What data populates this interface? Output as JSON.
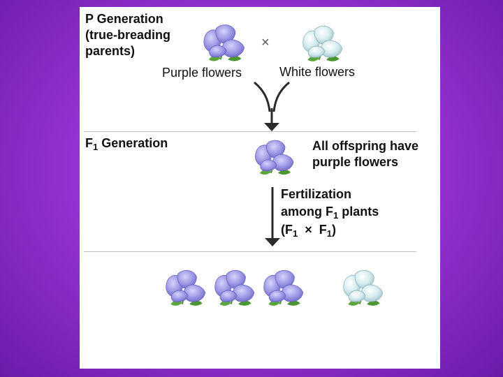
{
  "p_generation": {
    "label_line1": "P Generation",
    "label_line2": "(true-breading",
    "label_line3": "parents)",
    "cross_symbol": "×",
    "purple_label": "Purple flowers",
    "white_label": "White flowers"
  },
  "f1_generation": {
    "label_prefix": "F",
    "label_sub": "1",
    "label_suffix": " Generation",
    "result_line1": "All offspring have",
    "result_line2": "purple flowers"
  },
  "fertilization": {
    "line1": "Fertilization",
    "line2_prefix": "among F",
    "line2_sub": "1",
    "line2_suffix": " plants",
    "line3_open": "(F",
    "line3_sub1": "1",
    "line3_cross": "  ×  F",
    "line3_sub2": "1",
    "line3_close": ")"
  },
  "colors": {
    "background_purple": "#9a34d6",
    "purple_flower": "#9f9be6",
    "white_flower": "#d6ecef",
    "leaf_green": "#5aa53c",
    "arrow": "#2b2b2b"
  },
  "icons": {
    "purple_flower": "purple-flower-icon",
    "white_flower": "white-flower-icon",
    "arrow": "down-arrow-icon"
  }
}
